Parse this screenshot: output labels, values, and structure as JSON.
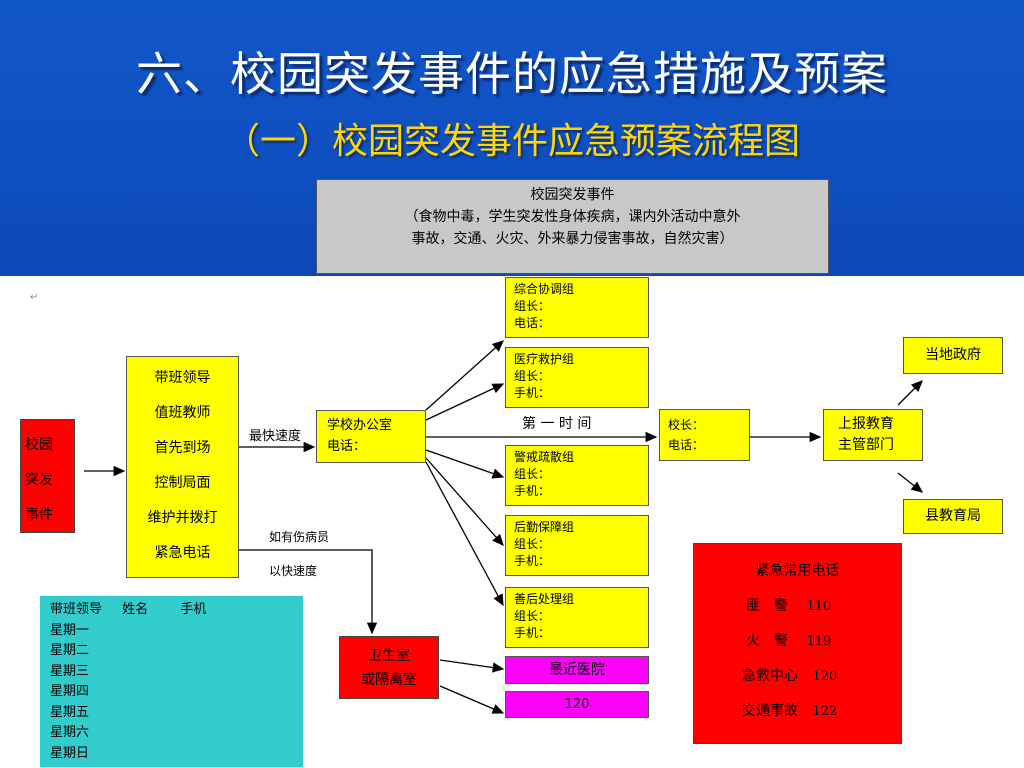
{
  "slide": {
    "title": "六、校园突发事件的应急措施及预案",
    "subtitle": "（一）校园突发事件应急预案流程图"
  },
  "event_box": {
    "line1": "校园突发事件",
    "line2": "（食物中毒，学生突发性身体疾病，课内外活动中意外",
    "line3": "事故，交通、火灾、外来暴力侵害事故，自然灾害）"
  },
  "left_event": [
    "校园",
    "突发",
    "事件"
  ],
  "duty_steps": [
    "带班领导",
    "值班教师",
    "首先到场",
    "控制局面",
    "维护并拨打",
    "紧急电话"
  ],
  "labels": {
    "fastest": "最快速度",
    "injured": "如有伤病员",
    "quick": "以快速度",
    "first_time": "第 一 时 间"
  },
  "office": {
    "name": "学校办公室",
    "phone": "电话："
  },
  "groups": [
    {
      "name": "综合协调组",
      "leader": "组长：",
      "phone": "电话："
    },
    {
      "name": "医疗救护组",
      "leader": "组长：",
      "phone": "手机："
    },
    {
      "name": "警戒疏散组",
      "leader": "组长：",
      "phone": "手机："
    },
    {
      "name": "后勤保障组",
      "leader": "组长：",
      "phone": "手机："
    },
    {
      "name": "善后处理组",
      "leader": "组长：",
      "phone": "手机："
    }
  ],
  "principal": {
    "name": "校长：",
    "phone": "电话："
  },
  "report": {
    "line1": "上报教育",
    "line2": "主管部门"
  },
  "local_gov": "当地政府",
  "county_bureau": "县教育局",
  "clinic": {
    "line1": "卫生室",
    "line2": "或隔离室"
  },
  "hospital": "最近医院",
  "ambulance": "120",
  "duty_table": {
    "header": [
      "带班领导",
      "姓名",
      "手机"
    ],
    "days": [
      "星期一",
      "星期二",
      "星期三",
      "星期四",
      "星期五",
      "星期六",
      "星期日"
    ]
  },
  "emergency": {
    "title": "紧急常用电话",
    "items": [
      {
        "name": "匪　警",
        "number": "110"
      },
      {
        "name": "火　警",
        "number": "119"
      },
      {
        "name": "急救中心",
        "number": "120"
      },
      {
        "name": "交通事故",
        "number": "122"
      }
    ]
  },
  "colors": {
    "header_blue": "#1257c9",
    "title_white": "#ffffff",
    "subtitle_gold": "#ffd700",
    "yellow": "#ffff00",
    "red": "#ff0000",
    "magenta": "#ff00ff",
    "cyan": "#33cccc",
    "gray": "#c8c8c8"
  }
}
